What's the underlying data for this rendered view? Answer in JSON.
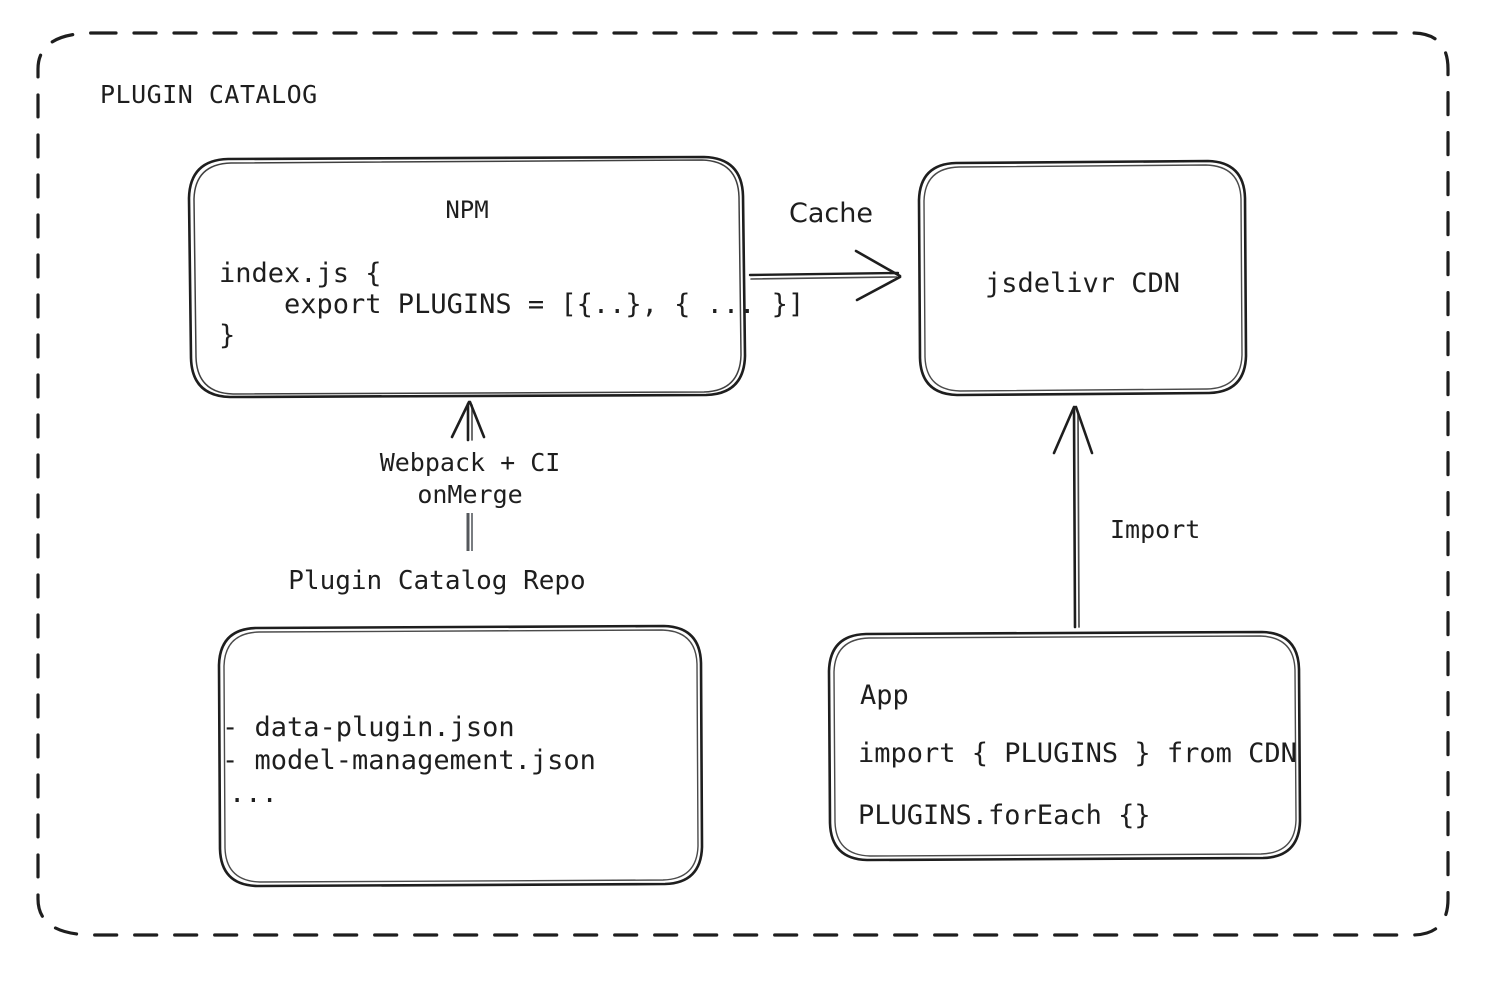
{
  "diagram": {
    "type": "architecture-flow",
    "title": "PLUGIN CATALOG",
    "background_color": "#ffffff",
    "stroke_color": "#1e1e1e",
    "container": {
      "name": "plugin-catalog-container",
      "style": "dashed-rounded-rectangle",
      "label": "PLUGIN CATALOG"
    },
    "nodes": [
      {
        "id": "npm",
        "title": "NPM",
        "title_align": "center",
        "code_lines": [
          "index.js {",
          "    export PLUGINS = [{..}, { ... }]",
          "}"
        ]
      },
      {
        "id": "cdn",
        "title": "jsdelivr CDN",
        "title_align": "center",
        "code_lines": []
      },
      {
        "id": "repo",
        "title": "",
        "caption": "Plugin Catalog Repo",
        "code_lines": [
          "- data-plugin.json",
          "- model-management.json",
          "..."
        ]
      },
      {
        "id": "app",
        "title": "App",
        "title_align": "left",
        "code_lines": [
          "import { PLUGINS } from CDN",
          "PLUGINS.forEach {}"
        ]
      }
    ],
    "edges": [
      {
        "id": "npm-to-cdn",
        "from": "npm",
        "to": "cdn",
        "label": "Cache",
        "label_font": "sans-serif",
        "direction": "right"
      },
      {
        "id": "repo-to-npm",
        "from": "repo",
        "to": "npm",
        "label_line1": "Webpack + CI",
        "label_line2": "onMerge",
        "label_font": "monospace",
        "direction": "up"
      },
      {
        "id": "app-to-cdn",
        "from": "app",
        "to": "cdn",
        "label": "Import",
        "label_font": "monospace",
        "direction": "up"
      }
    ]
  }
}
